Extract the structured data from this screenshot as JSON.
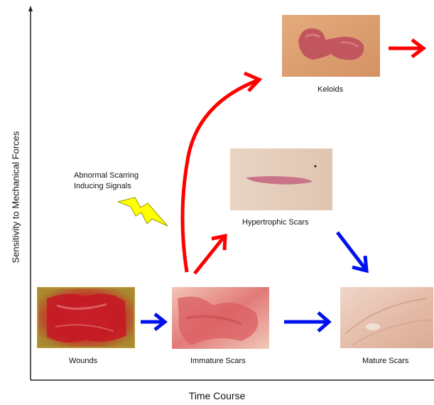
{
  "axes": {
    "x_label": "Time Course",
    "y_label": "Sensitivity to Mechanical Forces"
  },
  "annotation": {
    "line1": "Abnormal Scarring",
    "line2": "Inducing Signals"
  },
  "stages": {
    "wounds": "Wounds",
    "immature": "Immature Scars",
    "hypertrophic": "Hypertrophic  Scars",
    "mature": "Mature Scars",
    "keloids": "Keloids"
  },
  "colors": {
    "progression_arrow": "#ff0000",
    "regression_arrow": "#0011ee",
    "lightning": "#ffff00"
  }
}
